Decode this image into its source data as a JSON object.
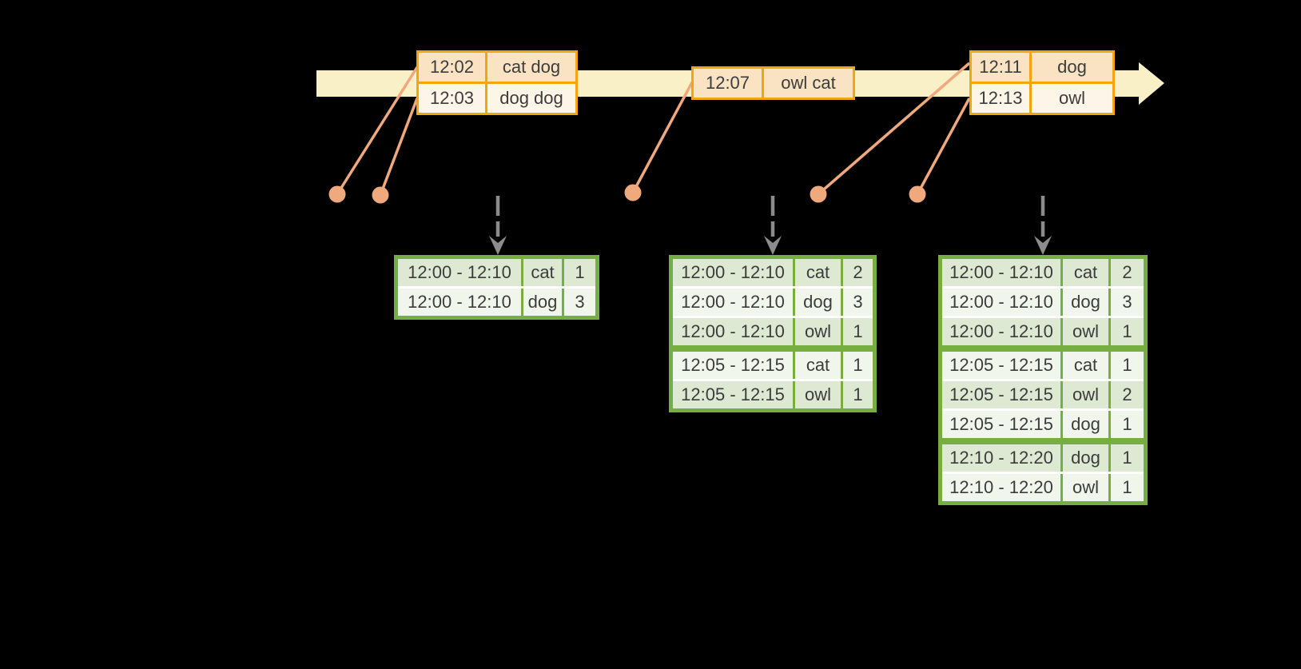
{
  "colors": {
    "background": "#000000",
    "timeline_band": "#FAF0C8",
    "event_table_border": "#F0A70F",
    "event_row_peach": "#FAE3C3",
    "event_row_cream": "#FDF5E7",
    "connector_salmon": "#F0A87D",
    "trigger_arrow_gray": "#8C8C8C",
    "result_table_border": "#77AE41",
    "result_row_dark": "#DDE9D2",
    "result_row_light": "#F1F6EC",
    "text": "#3C3C3C"
  },
  "timeline": {
    "event_tables": [
      {
        "rows": [
          {
            "time": "12:02",
            "words": "cat dog"
          },
          {
            "time": "12:03",
            "words": "dog dog"
          }
        ]
      },
      {
        "rows": [
          {
            "time": "12:07",
            "words": "owl cat"
          }
        ]
      },
      {
        "rows": [
          {
            "time": "12:11",
            "words": "dog"
          },
          {
            "time": "12:13",
            "words": "owl"
          }
        ]
      }
    ]
  },
  "result_tables": [
    {
      "rows": [
        {
          "window": "12:00 - 12:10",
          "word": "cat",
          "count": "1"
        },
        {
          "window": "12:00 - 12:10",
          "word": "dog",
          "count": "3"
        }
      ]
    },
    {
      "rows": [
        {
          "window": "12:00 - 12:10",
          "word": "cat",
          "count": "2"
        },
        {
          "window": "12:00 - 12:10",
          "word": "dog",
          "count": "3"
        },
        {
          "window": "12:00 - 12:10",
          "word": "owl",
          "count": "1"
        },
        {
          "window": "12:05 - 12:15",
          "word": "cat",
          "count": "1"
        },
        {
          "window": "12:05 - 12:15",
          "word": "owl",
          "count": "1"
        }
      ]
    },
    {
      "rows": [
        {
          "window": "12:00 - 12:10",
          "word": "cat",
          "count": "2"
        },
        {
          "window": "12:00 - 12:10",
          "word": "dog",
          "count": "3"
        },
        {
          "window": "12:00 - 12:10",
          "word": "owl",
          "count": "1"
        },
        {
          "window": "12:05 - 12:15",
          "word": "cat",
          "count": "1"
        },
        {
          "window": "12:05 - 12:15",
          "word": "owl",
          "count": "2"
        },
        {
          "window": "12:05 - 12:15",
          "word": "dog",
          "count": "1"
        },
        {
          "window": "12:10 - 12:20",
          "word": "dog",
          "count": "1"
        },
        {
          "window": "12:10 - 12:20",
          "word": "owl",
          "count": "1"
        }
      ]
    }
  ]
}
